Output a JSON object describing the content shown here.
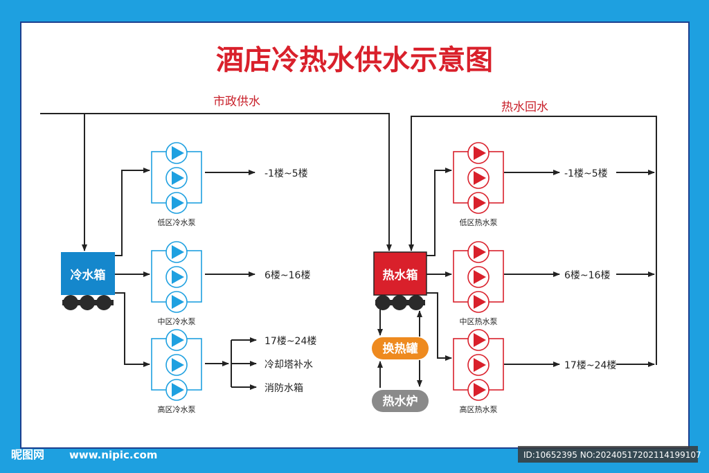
{
  "title": "酒店冷热水供水示意图",
  "supply_label": "市政供水",
  "return_label": "热水回水",
  "cold_tank": {
    "label": "冷水箱",
    "color": "#1587cc"
  },
  "hot_tank": {
    "label": "热水箱",
    "color": "#d9202b"
  },
  "heat_exchanger": {
    "label": "换热罐",
    "color": "#ee8a1f"
  },
  "boiler": {
    "label": "热水炉",
    "color": "#8a8a8a"
  },
  "cold_pumps": [
    {
      "label": "低区冷水泵",
      "outputs": [
        "-1楼~5楼"
      ]
    },
    {
      "label": "中区冷水泵",
      "outputs": [
        "6楼~16楼"
      ]
    },
    {
      "label": "高区冷水泵",
      "outputs": [
        "17楼~24楼",
        "冷却塔补水",
        "消防水箱"
      ]
    }
  ],
  "hot_pumps": [
    {
      "label": "低区热水泵",
      "outputs": [
        "-1楼~5楼"
      ]
    },
    {
      "label": "中区热水泵",
      "outputs": [
        "6楼~16楼"
      ]
    },
    {
      "label": "高区热水泵",
      "outputs": [
        "17楼~24楼"
      ]
    }
  ],
  "colors": {
    "cold": "#1ea0e0",
    "hot": "#d9202b",
    "frame": "#1ea0e0"
  },
  "watermark": {
    "brand": "昵图网",
    "url": "www.nipic.com",
    "id": "ID:10652395 NO:20240517202114199107"
  }
}
